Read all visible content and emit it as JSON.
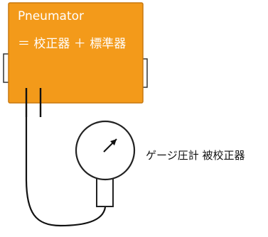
{
  "pneumator": {
    "title": "Pneumator",
    "subtitle": "＝ 校正器 ＋ 標準器"
  },
  "gauge": {
    "label": "ゲージ圧計 被校正器"
  },
  "colors": {
    "box_fill": "#F39A1A",
    "box_stroke": "#C8780E",
    "line": "#111111",
    "gauge_fill": "#FFFFFF"
  }
}
